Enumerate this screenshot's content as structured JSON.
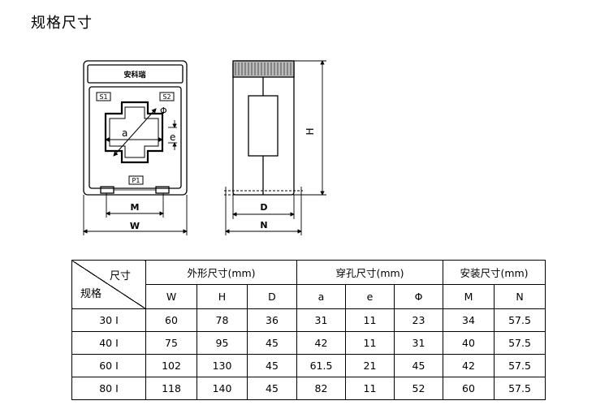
{
  "title": "规格尺寸",
  "drawing": {
    "front": {
      "brand": "安科瑞",
      "terminal_s1": "S1",
      "terminal_s2": "S2",
      "terminal_p1": "P1",
      "dim_a": "a",
      "dim_e": "e",
      "dim_phi": "Φ",
      "dim_m": "M",
      "dim_w": "W"
    },
    "side": {
      "dim_h": "H",
      "dim_d": "D",
      "dim_n": "N"
    }
  },
  "table": {
    "corner_top": "尺寸",
    "corner_bottom": "规格",
    "groups": [
      "外形尺寸(mm)",
      "穿孔尺寸(mm)",
      "安装尺寸(mm)"
    ],
    "columns": [
      "W",
      "H",
      "D",
      "a",
      "e",
      "Φ",
      "M",
      "N"
    ],
    "rows": [
      [
        "30 I",
        "60",
        "78",
        "36",
        "31",
        "11",
        "23",
        "34",
        "57.5"
      ],
      [
        "40 I",
        "75",
        "95",
        "45",
        "42",
        "11",
        "31",
        "40",
        "57.5"
      ],
      [
        "60 I",
        "102",
        "130",
        "45",
        "61.5",
        "21",
        "45",
        "42",
        "57.5"
      ],
      [
        "80 I",
        "118",
        "140",
        "45",
        "82",
        "11",
        "52",
        "60",
        "57.5"
      ]
    ]
  }
}
